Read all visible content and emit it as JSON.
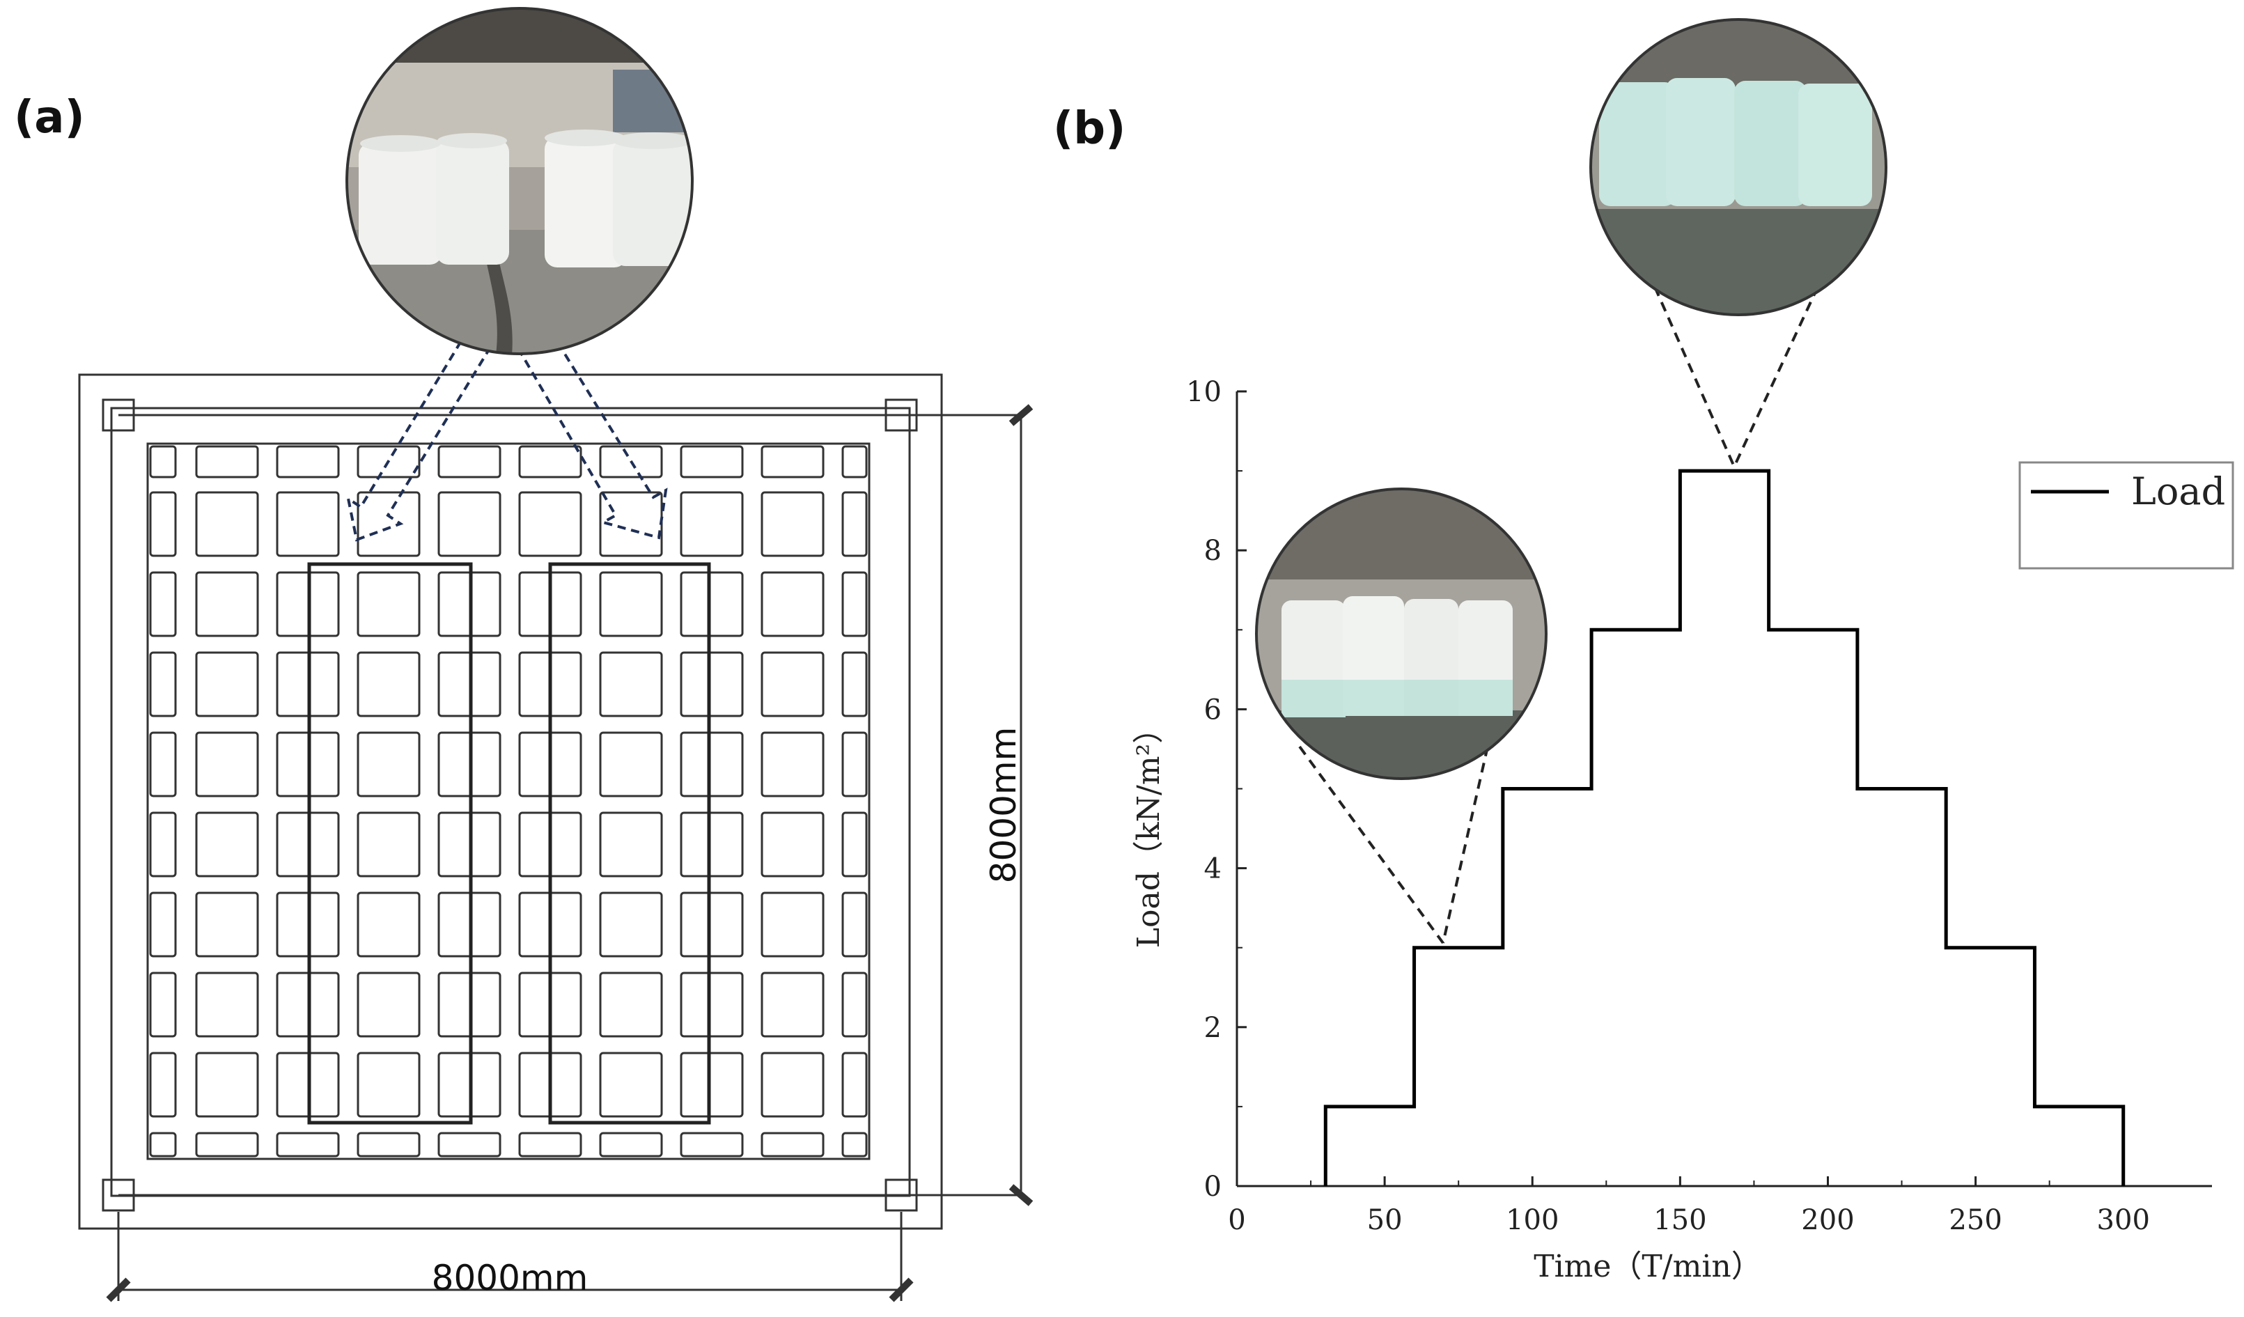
{
  "panels": {
    "a": {
      "label": "(a)",
      "dim_horizontal": "8000mm",
      "dim_vertical": "8000mm"
    },
    "b": {
      "label": "(b)"
    }
  },
  "chart_data": {
    "type": "line",
    "title": "",
    "xlabel": "Time（T/min）",
    "ylabel": "Load（kN/m²）",
    "xlim": [
      0,
      330
    ],
    "ylim": [
      0,
      10
    ],
    "xticks": [
      0,
      50,
      100,
      150,
      200,
      250,
      300
    ],
    "yticks": [
      0,
      2,
      4,
      6,
      8,
      10
    ],
    "xtick_labels": [
      "0",
      "50",
      "100",
      "150",
      "200",
      "250",
      "300"
    ],
    "ytick_labels": [
      "0",
      "2",
      "4",
      "6",
      "8",
      "10"
    ],
    "legend": {
      "position": "top-right",
      "entries": [
        "Load"
      ]
    },
    "series": [
      {
        "name": "Load",
        "color": "#000000",
        "step": true,
        "x": [
          30,
          60,
          60,
          90,
          90,
          120,
          120,
          150,
          150,
          180,
          180,
          210,
          210,
          240,
          240,
          270,
          270,
          300,
          300
        ],
        "y": [
          1,
          1,
          3,
          3,
          5,
          5,
          7,
          7,
          9,
          9,
          7,
          7,
          5,
          5,
          3,
          3,
          1,
          1,
          0
        ]
      }
    ],
    "start_segment": {
      "x": [
        30,
        30
      ],
      "y": [
        0,
        1
      ]
    },
    "annotations": [
      {
        "type": "photo-callout",
        "description": "water tanks",
        "target": {
          "x": 70,
          "y": 3
        }
      },
      {
        "type": "photo-callout",
        "description": "water tanks",
        "target": {
          "x": 165,
          "y": 9
        }
      }
    ]
  },
  "colors": {
    "line": "#000000",
    "grid_lines": "#333333",
    "arrows": "#1f2f55",
    "photo_floor": "#8a8a88",
    "photo_wall": "#b9b6b0",
    "tank_white": "#f2f4f2",
    "tank_cyan": "#c6e6df"
  },
  "icons": [
    "water-tank-photo",
    "dashed-arrow-icon"
  ]
}
